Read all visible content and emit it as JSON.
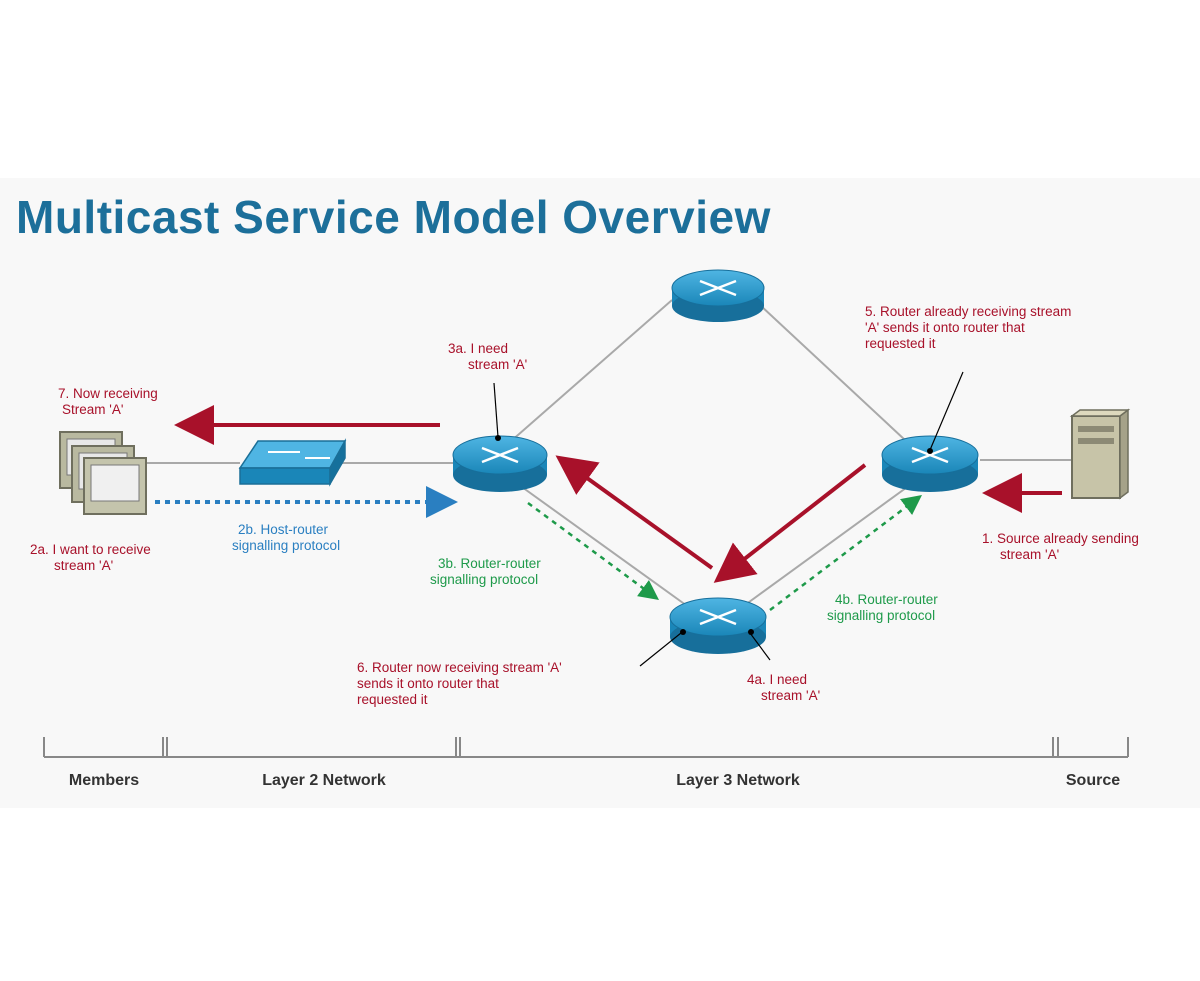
{
  "title": "Multicast Service Model Overview",
  "labels": {
    "l7": [
      "7. Now receiving",
      "Stream 'A'"
    ],
    "l2a_members": [
      "2a. I want to receive",
      "stream 'A'"
    ],
    "l2b": [
      "2b. Host-router",
      "signalling protocol"
    ],
    "l3a": [
      "3a. I need",
      "stream 'A'"
    ],
    "l3b": [
      "3b. Router-router",
      "signalling protocol"
    ],
    "l5": [
      "5. Router already receiving stream",
      "'A' sends it onto router that",
      "requested it"
    ],
    "l1": [
      "1. Source already sending",
      "stream 'A'"
    ],
    "l4b": [
      "4b. Router-router",
      "signalling protocol"
    ],
    "l4a": [
      "4a. I need",
      "stream 'A'"
    ],
    "l6": [
      "6. Router now receiving stream 'A'",
      "sends it onto router that",
      "requested it"
    ]
  },
  "segments": {
    "members": "Members",
    "layer2": "Layer 2 Network",
    "layer3": "Layer 3 Network",
    "source": "Source"
  },
  "colors": {
    "title": "#1c6f9a",
    "stream_red": "#a8112a",
    "host_signal_blue": "#2a7fc1",
    "router_signal_green": "#1e9a4a",
    "router_blue": "#1a86b8"
  }
}
